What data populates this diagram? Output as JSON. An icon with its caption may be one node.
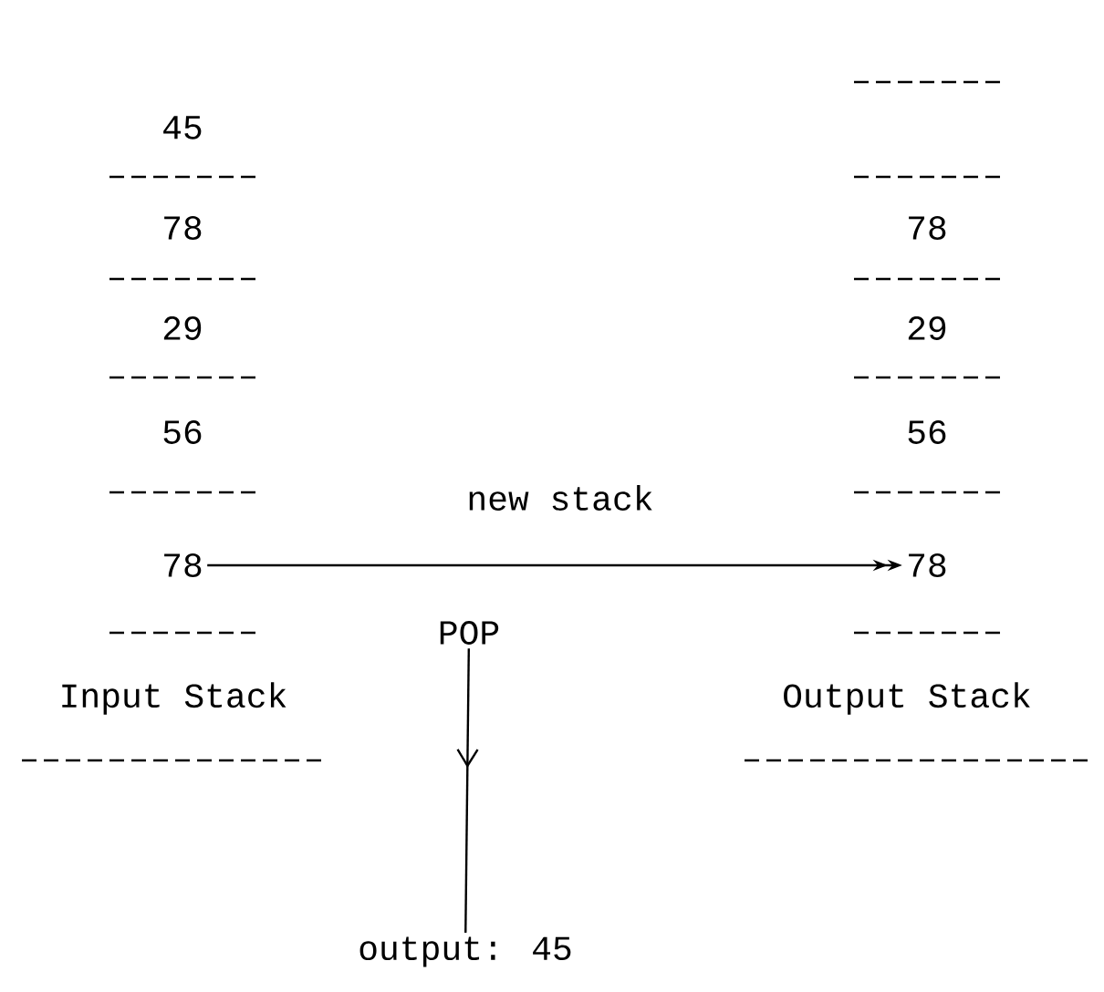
{
  "diagram": {
    "nodes": [
      {
        "text": [
          "45"
        ]
      },
      {
        "text": [
          "78"
        ]
      },
      {
        "text": [
          "29"
        ]
      },
      {
        "text": [
          "56"
        ]
      },
      {
        "text": [
          "78"
        ]
      },
      {
        "text": [
          "Input Stack"
        ]
      },
      {
        "text": [
          "78"
        ]
      },
      {
        "text": [
          "29"
        ]
      },
      {
        "text": [
          "56"
        ]
      },
      {
        "text": [
          "78"
        ]
      },
      {
        "text": [
          "Output Stack"
        ]
      },
      {
        "text": [
          "POP"
        ]
      },
      {
        "text": [
          "output: 45"
        ]
      }
    ],
    "edges": [
      {
        "from": 4,
        "to": 9,
        "arrow": "to",
        "label": "new stack"
      },
      {
        "from": 11,
        "to": 12,
        "arrow": "to"
      }
    ]
  }
}
